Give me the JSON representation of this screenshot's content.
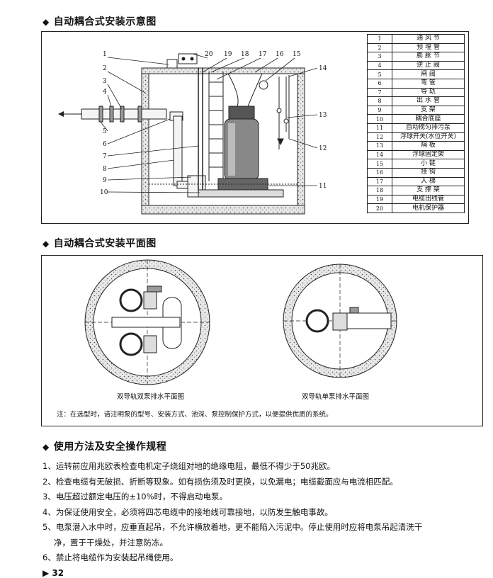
{
  "sections": {
    "install_diagram_title": "自动耦合式安装示意图",
    "plan_title": "自动耦合式安装平面图",
    "usage_title": "使用方法及安全操作规程"
  },
  "callouts": [
    "1",
    "2",
    "3",
    "4",
    "5",
    "6",
    "7",
    "8",
    "9",
    "10",
    "11",
    "12",
    "13",
    "14",
    "15",
    "16",
    "17",
    "18",
    "19",
    "20"
  ],
  "parts": [
    {
      "no": "1",
      "name": "通 风 节"
    },
    {
      "no": "2",
      "name": "预 埋 管"
    },
    {
      "no": "3",
      "name": "膨 胀 节"
    },
    {
      "no": "4",
      "name": "逆 止 阀"
    },
    {
      "no": "5",
      "name": "闸   阀"
    },
    {
      "no": "6",
      "name": "弯   管"
    },
    {
      "no": "7",
      "name": "导   轨"
    },
    {
      "no": "8",
      "name": "出 水 管"
    },
    {
      "no": "9",
      "name": "支   架"
    },
    {
      "no": "10",
      "name": "耦合底座"
    },
    {
      "no": "11",
      "name": "自动搅匀排污泵"
    },
    {
      "no": "12",
      "name": "浮球开关(水位开关)"
    },
    {
      "no": "13",
      "name": "隔   板"
    },
    {
      "no": "14",
      "name": "浮球固定架"
    },
    {
      "no": "15",
      "name": "小   链"
    },
    {
      "no": "16",
      "name": "挂   钩"
    },
    {
      "no": "17",
      "name": "人   梯"
    },
    {
      "no": "18",
      "name": "支 撑 架"
    },
    {
      "no": "19",
      "name": "电缆出线管"
    },
    {
      "no": "20",
      "name": "电机保护器"
    }
  ],
  "plan": {
    "caption_left": "双导轨双泵排水平面图",
    "caption_right": "双导轨单泵排水平面图",
    "note": "注：在选型时，请注明泵的型号、安装方式、池深、泵控制保护方式，以便提供优质的系统。"
  },
  "rules": [
    "1、运转前应用兆欧表检查电机定子绕组对地的绝缘电阻，最低不得少于50兆欧。",
    "2、检查电缆有无破损、折断等现象。如有损伤须及时更换，以免漏电；电缆截面应与电流相匹配。",
    "3、电压超过额定电压的±10%时，不得启动电泵。",
    "4、为保证使用安全，必须将四芯电缆中的接地线可靠接地，以防发生触电事故。",
    "5、电泵潜入水中时，应垂直起吊，不允许横放着地，更不能陷入污泥中。停止使用时应将电泵吊起清洗干",
    "净，置于干燥处，并注意防冻。",
    "6、禁止将电缆作为安装起吊绳使用。"
  ],
  "page_number": "32",
  "colors": {
    "line": "#222222",
    "concrete": "#cfcfcf",
    "background": "#ffffff"
  }
}
